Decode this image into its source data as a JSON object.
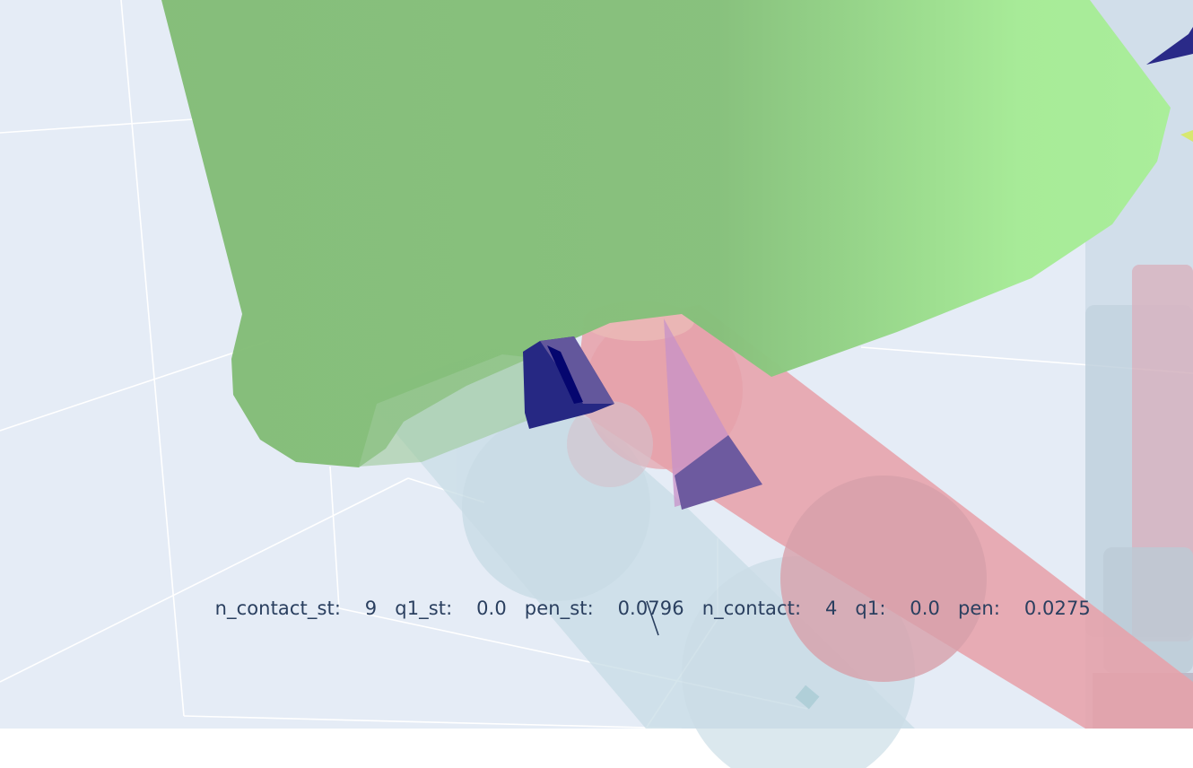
{
  "scene": {
    "background_color": "#e5ecf6",
    "grid_color": "#ffffff",
    "colors": {
      "body_green": "#85bf7a",
      "body_green_light": "#a6eb96",
      "link_pink": "#e8a0a8",
      "link_blue_translucent": "#c3dbe4",
      "contact_cone_navy": "#1f217f",
      "contact_cone_purple": "#6d5a9f"
    }
  },
  "annotation": {
    "items": [
      {
        "label": "n_contact_st:",
        "value": "9"
      },
      {
        "label": "q1_st:",
        "value": "0.0"
      },
      {
        "label": "pen_st:",
        "value": "0.0796"
      },
      {
        "label": "n_contact:",
        "value": "4"
      },
      {
        "label": "q1:",
        "value": "0.0"
      },
      {
        "label": "pen:",
        "value": "0.0275"
      }
    ]
  }
}
